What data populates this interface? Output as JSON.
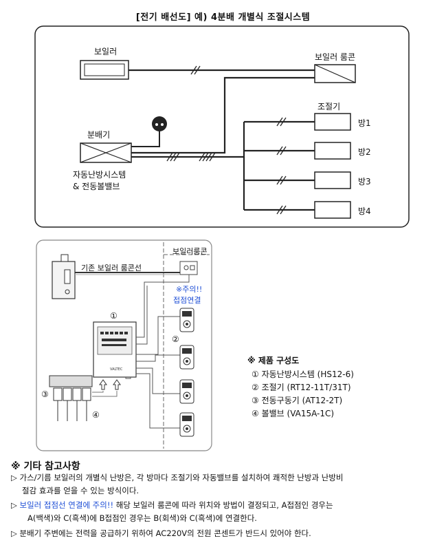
{
  "title": "[전기 배선도]   예) 4분배 개별식 조절시스템",
  "diagram1": {
    "boiler": "보일러",
    "boiler_room_con": "보일러 룸콘",
    "controller": "조절기",
    "distributor": "분배기",
    "auto_system_line1": "자동난방시스템",
    "auto_system_line2": "& 전동볼밸브",
    "rooms": [
      "방1",
      "방2",
      "방3",
      "방4"
    ]
  },
  "diagram2": {
    "boiler_room_con": "보일러룸콘",
    "existing_line": "기존 보일러 룸콘선",
    "caution_line1": "※주의!!",
    "caution_line2": "접점연결",
    "markers": [
      "①",
      "②",
      "③",
      "④"
    ],
    "brand": "VALTEC"
  },
  "legend": {
    "title": "※ 제품 구성도",
    "items": [
      "① 자동난방시스템 (HS12-6)",
      "② 조절기 (RT12-11T/31T)",
      "③ 전동구동기 (AT12-2T)",
      "④ 볼밸브 (VA15A-1C)"
    ]
  },
  "notes": {
    "title": "※ 기타 참고사항",
    "note1_line1": "▷ 가스/기름 보일러의 개별식 난방은, 각 방마다 조절기와 자동밸브를 설치하여 쾌적한 난방과 난방비",
    "note1_line2": "절감 효과를 얻을 수 있는 방식이다.",
    "note2_prefix": "▷ ",
    "note2_blue": "보일러 접점선 연결에 주의!!",
    "note2_rest": " 해당 보일러 룸콘에 따라 위치와 방법이 결정되고, A접점인 경우는",
    "note2_line2": "A(백색)와 C(흑색)에 B접점인 경우는 B(회색)와 C(흑색)에 연결한다.",
    "note3": "▷ 분배기 주변에는 전력을 공급하기 위하여 AC220V의 전원 콘센트가 반드시 있어야 한다."
  }
}
